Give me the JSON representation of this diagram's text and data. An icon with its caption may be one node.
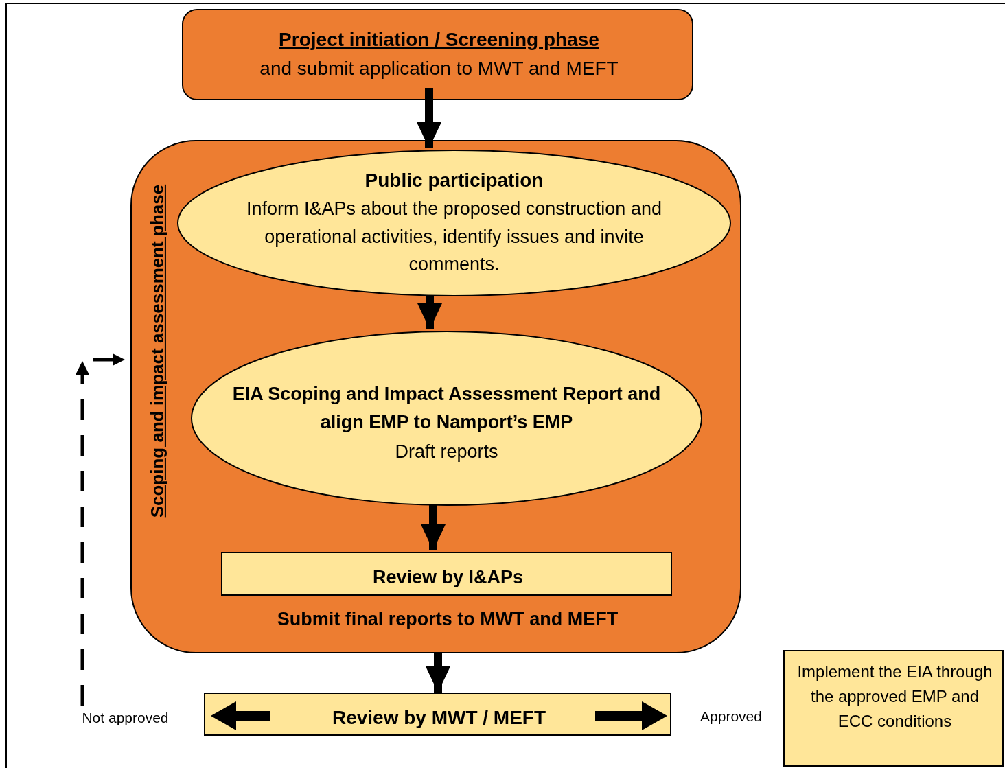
{
  "diagram": {
    "nodes": [
      {
        "text": [
          "Project initiation / Screening phase",
          "and submit application to MWT and MEFT"
        ]
      },
      {
        "text": [
          "Scoping and impact assessment phase",
          "Submit final reports to MWT and MEFT"
        ]
      },
      {
        "text": [
          "Public participation",
          "Inform I&APs about the proposed construction and operational activities, identify issues and invite comments."
        ],
        "in": 1
      },
      {
        "text": [
          "EIA Scoping and Impact Assessment Report and align EMP to Namport’s EMP",
          "Draft reports"
        ],
        "in": 1
      },
      {
        "text": [
          "Review by I&APs"
        ],
        "in": 1
      },
      {
        "text": [
          "Review by MWT / MEFT"
        ]
      },
      {
        "text": [
          "Not approved"
        ]
      },
      {
        "text": [
          "Implement the EIA through the approved EMP and ECC conditions"
        ]
      }
    ],
    "edges": [
      {
        "from": 0,
        "to": 2,
        "arrow": "to"
      },
      {
        "from": 2,
        "to": 3,
        "arrow": "to"
      },
      {
        "from": 3,
        "to": 4,
        "arrow": "to"
      },
      {
        "from": 1,
        "to": 5,
        "arrow": "to"
      },
      {
        "from": 6,
        "to": 1,
        "arrow": "to",
        "style": "dashed"
      }
    ],
    "labels": [
      "Approved"
    ]
  }
}
